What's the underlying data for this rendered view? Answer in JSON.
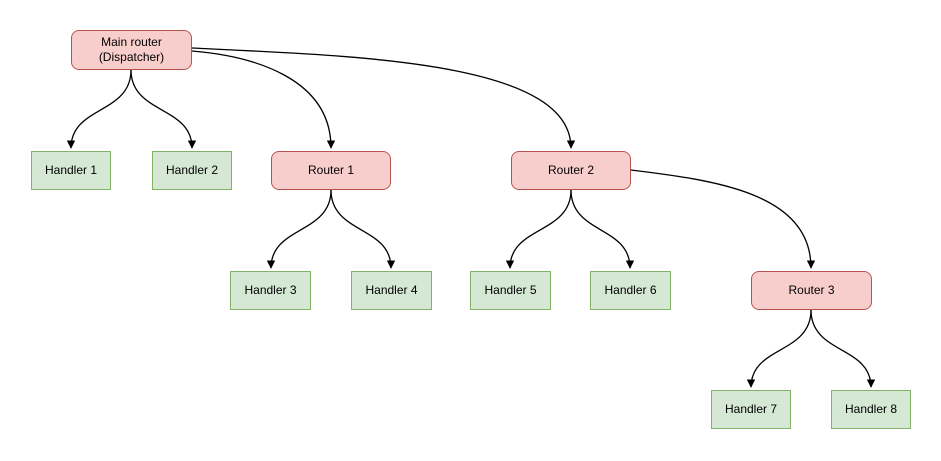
{
  "colors": {
    "background": "#ffffff",
    "text": "#000000",
    "edge": "#000000",
    "router_fill": "#f8cecc",
    "router_stroke": "#b85450",
    "handler_fill": "#d5e8d4",
    "handler_stroke": "#82b366"
  },
  "nodes": {
    "main": {
      "label": "Main router (Dispatcher)",
      "type": "router"
    },
    "router1": {
      "label": "Router 1",
      "type": "router"
    },
    "router2": {
      "label": "Router 2",
      "type": "router"
    },
    "router3": {
      "label": "Router 3",
      "type": "router"
    },
    "handler1": {
      "label": "Handler 1",
      "type": "handler"
    },
    "handler2": {
      "label": "Handler 2",
      "type": "handler"
    },
    "handler3": {
      "label": "Handler 3",
      "type": "handler"
    },
    "handler4": {
      "label": "Handler 4",
      "type": "handler"
    },
    "handler5": {
      "label": "Handler 5",
      "type": "handler"
    },
    "handler6": {
      "label": "Handler 6",
      "type": "handler"
    },
    "handler7": {
      "label": "Handler 7",
      "type": "handler"
    },
    "handler8": {
      "label": "Handler 8",
      "type": "handler"
    }
  },
  "edges": [
    {
      "from": "main",
      "to": "handler1"
    },
    {
      "from": "main",
      "to": "handler2"
    },
    {
      "from": "main",
      "to": "router1"
    },
    {
      "from": "main",
      "to": "router2"
    },
    {
      "from": "router1",
      "to": "handler3"
    },
    {
      "from": "router1",
      "to": "handler4"
    },
    {
      "from": "router2",
      "to": "handler5"
    },
    {
      "from": "router2",
      "to": "handler6"
    },
    {
      "from": "router2",
      "to": "router3"
    },
    {
      "from": "router3",
      "to": "handler7"
    },
    {
      "from": "router3",
      "to": "handler8"
    }
  ]
}
